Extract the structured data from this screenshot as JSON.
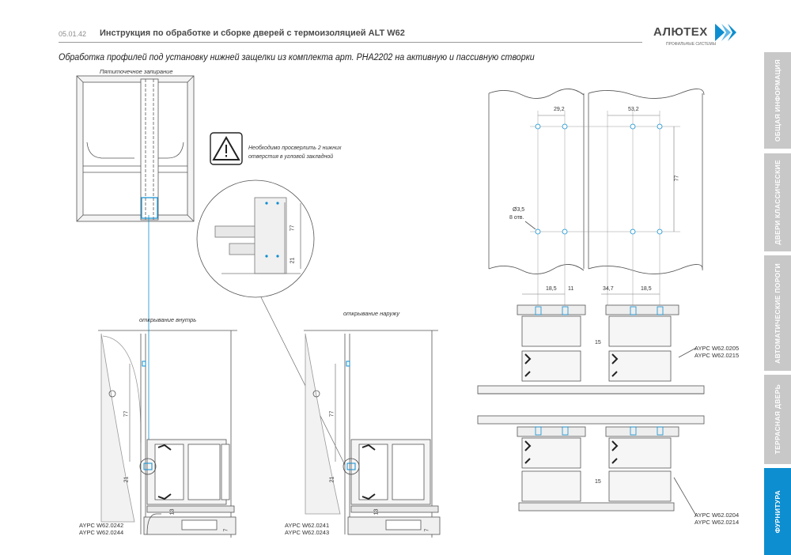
{
  "header": {
    "code": "05.01.42",
    "title": "Инструкция по обработке и сборке дверей с термоизоляцией ALT W62"
  },
  "logo": {
    "name": "АЛЮТЕХ",
    "tagline": "ПРОФИЛЬНЫЕ СИСТЕМЫ"
  },
  "subtitle": "Обработка профилей под установку нижней защелки из комплекта арт. PHA2202 на активную и пассивную створки",
  "side_tabs": [
    {
      "label": "ОБЩАЯ ИНФОРМАЦИЯ",
      "active": false
    },
    {
      "label": "ДВЕРИ КЛАССИЧЕСКИЕ",
      "active": false
    },
    {
      "label": "АВТОМАТИЧЕСКИЕ ПОРОГИ",
      "active": false
    },
    {
      "label": "ТЕРРАСНАЯ ДВЕРЬ",
      "active": false
    },
    {
      "label": "ФУРНИТУРА",
      "active": true
    }
  ],
  "colors": {
    "accent": "#0d8ed0",
    "tab_inactive": "#c8c8c8",
    "text": "#3c3c3c"
  },
  "drawing": {
    "locking_label": "Пятиточечное запирание",
    "warning_icon": "warning-triangle-icon",
    "warning_text_1": "Необходимо просверлить 2 нижних",
    "warning_text_2": "отверстия в угловой закладной",
    "detail_dim_1": "77",
    "detail_dim_2": "21",
    "inward": {
      "label": "открывание внутрь",
      "dim_77": "77",
      "dim_21": "21",
      "dim_13": "13",
      "dim_7": "7",
      "code_1": "AYPC W62.0242",
      "code_2": "AYPC W62.0244"
    },
    "outward": {
      "label": "открывание наружу",
      "dim_77": "77",
      "dim_21": "21",
      "dim_13": "13",
      "dim_7": "7",
      "code_1": "AYPC W62.0241",
      "code_2": "AYPC W62.0243"
    },
    "right": {
      "dim_29_2": "29,2",
      "dim_53_2": "53,2",
      "dim_77": "77",
      "hole_dia": "Ø3,5",
      "hole_count": "8 отв.",
      "dim_18_5_a": "18,5",
      "dim_11": "11",
      "dim_34_7": "34,7",
      "dim_18_5_b": "18,5",
      "dim_15_top": "15",
      "dim_15_bot": "15",
      "code_top_1": "AYPC W62.0205",
      "code_top_2": "AYPC W62.0215",
      "code_bot_1": "AYPC W62.0204",
      "code_bot_2": "AYPC W62.0214"
    }
  }
}
